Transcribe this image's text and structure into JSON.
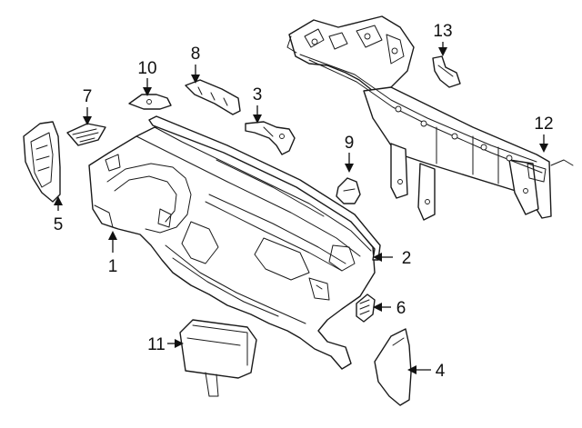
{
  "diagram": {
    "callouts": [
      {
        "id": "1",
        "label": "1"
      },
      {
        "id": "2",
        "label": "2"
      },
      {
        "id": "3",
        "label": "3"
      },
      {
        "id": "4",
        "label": "4"
      },
      {
        "id": "5",
        "label": "5"
      },
      {
        "id": "6",
        "label": "6"
      },
      {
        "id": "7",
        "label": "7"
      },
      {
        "id": "8",
        "label": "8"
      },
      {
        "id": "9",
        "label": "9"
      },
      {
        "id": "10",
        "label": "10"
      },
      {
        "id": "11",
        "label": "11"
      },
      {
        "id": "12",
        "label": "12"
      },
      {
        "id": "13",
        "label": "13"
      }
    ],
    "colors": {
      "line": "#1a1a1a",
      "background": "#ffffff"
    }
  }
}
